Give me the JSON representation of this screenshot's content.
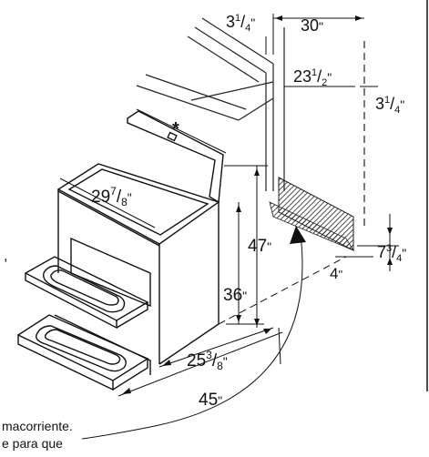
{
  "dimensions": {
    "side_top_gap": {
      "whole": "3",
      "num": "1",
      "den": "4",
      "unit": "\""
    },
    "cabinet_depth": {
      "value": "30",
      "unit": "\""
    },
    "cabinet_inner_depth": {
      "whole": "23",
      "num": "1",
      "den": "2",
      "unit": "\""
    },
    "side_right_gap": {
      "whole": "3",
      "num": "1",
      "den": "4",
      "unit": "\""
    },
    "range_width": {
      "whole": "29",
      "num": "7",
      "den": "8",
      "unit": "\""
    },
    "total_height": {
      "value": "47",
      "unit": "\""
    },
    "cooktop_height": {
      "value": "36",
      "unit": "\""
    },
    "floor_cutout_height": {
      "whole": "7",
      "num": "3",
      "den": "4",
      "unit": "\""
    },
    "floor_cutout_depth": {
      "value": "4",
      "unit": "\""
    },
    "range_depth": {
      "whole": "25",
      "num": "3",
      "den": "8",
      "unit": "\""
    },
    "total_depth": {
      "value": "45",
      "unit": "\""
    }
  },
  "marks": {
    "asterisk": "*"
  },
  "captions": [
    "macorriente.",
    "e para que"
  ],
  "stray_mark": ","
}
